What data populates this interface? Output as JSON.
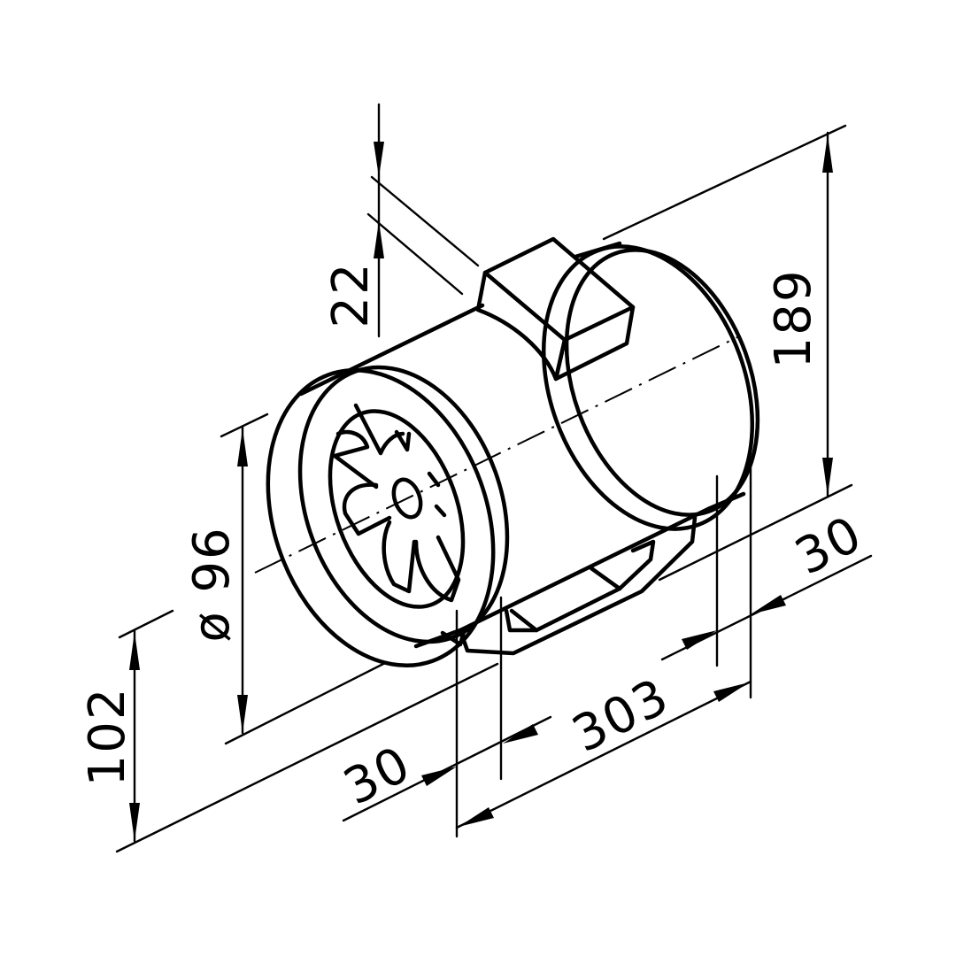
{
  "drawing": {
    "subject": "Inline duct fan dimension drawing",
    "line_color": "#000000",
    "background": "#ffffff"
  },
  "dimensions": {
    "terminal_box_height": "22",
    "overall_height": "189",
    "diameter": "ø 96",
    "axis_height": "102",
    "overall_length": "303",
    "flange_front": "30",
    "flange_rear": "30"
  }
}
